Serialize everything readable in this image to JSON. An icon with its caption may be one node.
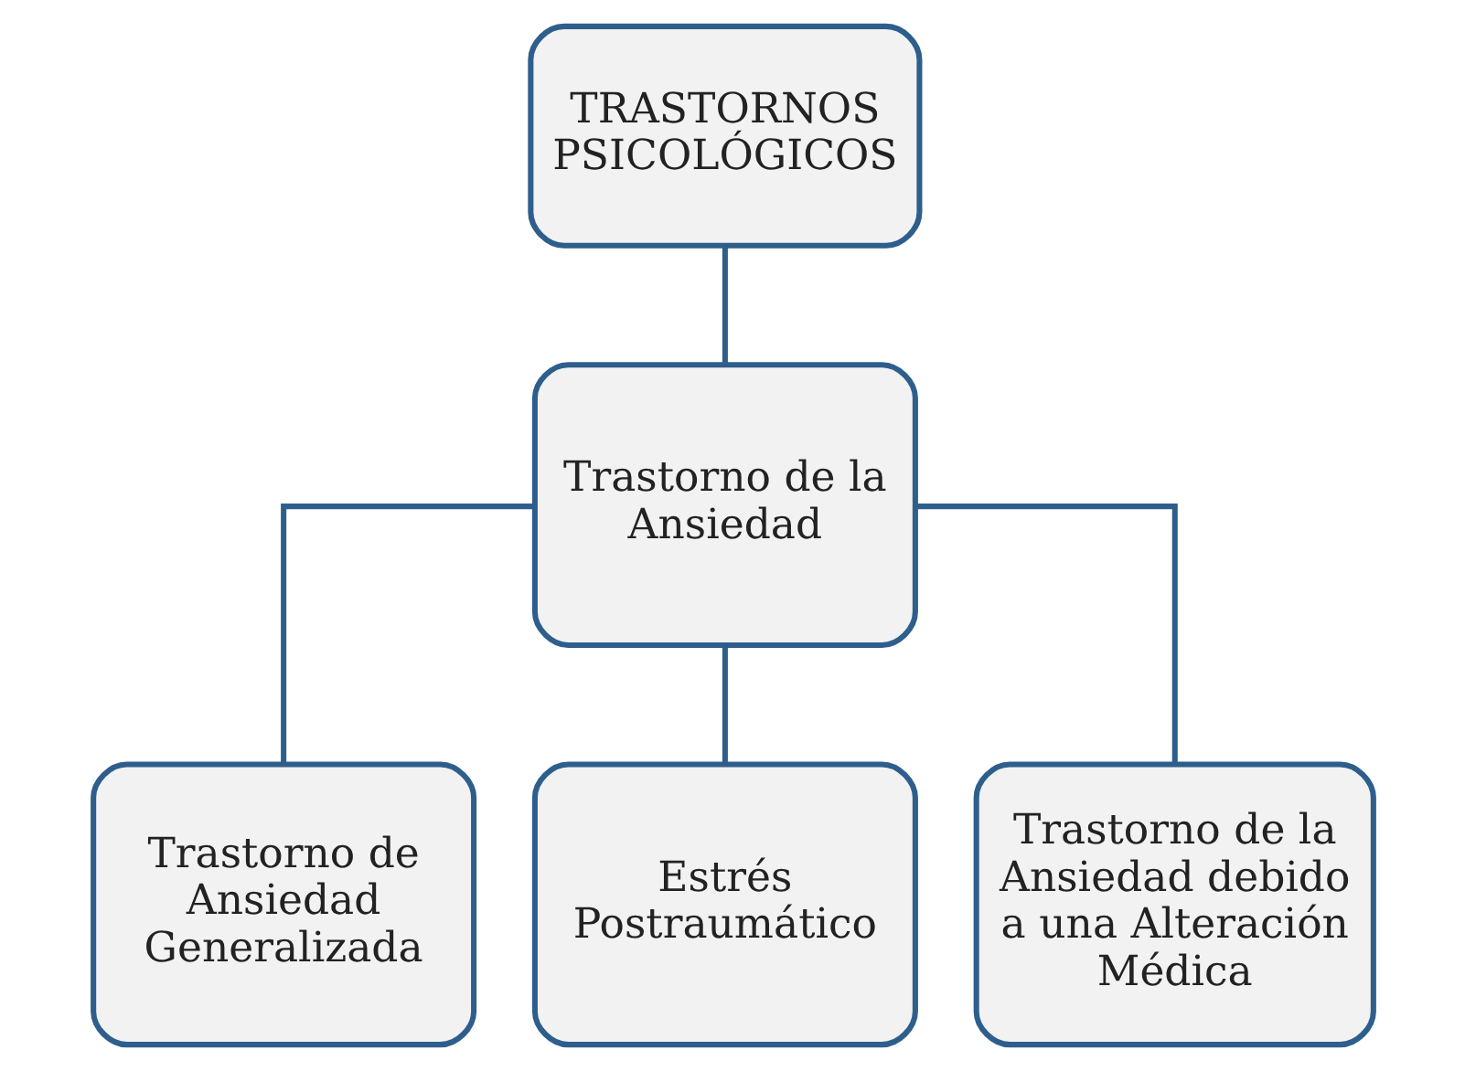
{
  "diagram": {
    "nodes": [
      {
        "text": [
          "TRASTORNOS PSICOLÓGICOS"
        ]
      },
      {
        "text": [
          "Trastorno de la Ansiedad"
        ]
      },
      {
        "text": [
          "Trastorno de Ansiedad Generalizada"
        ]
      },
      {
        "text": [
          "Estrés Postraumático"
        ]
      },
      {
        "text": [
          "Trastorno de la Ansiedad debido a una Alteración Médica"
        ]
      }
    ],
    "edges": [
      {
        "from": 0,
        "to": 1,
        "arrow": "none"
      },
      {
        "from": 1,
        "to": 2,
        "arrow": "none"
      },
      {
        "from": 1,
        "to": 3,
        "arrow": "none"
      },
      {
        "from": 1,
        "to": 4,
        "arrow": "none"
      }
    ]
  }
}
